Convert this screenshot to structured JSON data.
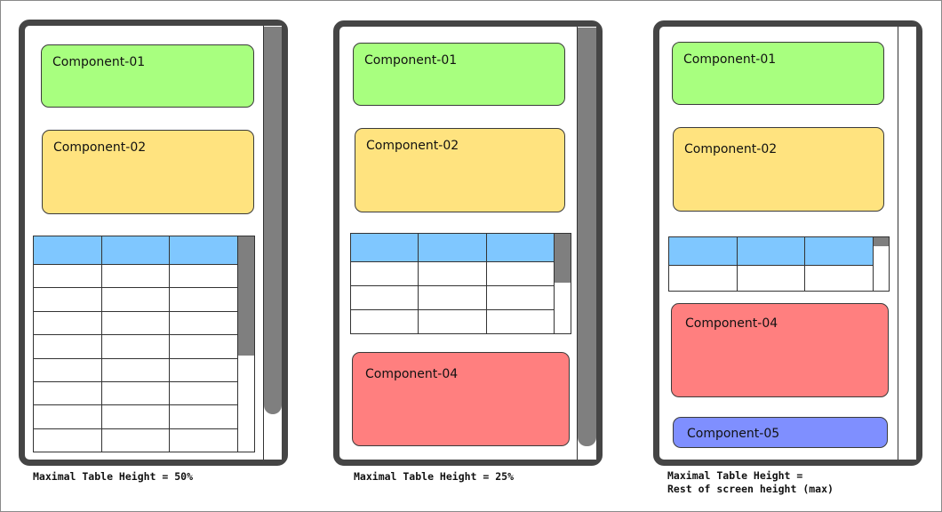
{
  "diagrams": [
    {
      "components": [
        "Component-01",
        "Component-02"
      ],
      "table": {
        "columns": 3,
        "body_rows": 8
      },
      "caption": "Maximal Table Height = 50%"
    },
    {
      "components": [
        "Component-01",
        "Component-02",
        "Component-04"
      ],
      "table": {
        "columns": 3,
        "body_rows": 3
      },
      "caption": "Maximal Table Height = 25%"
    },
    {
      "components": [
        "Component-01",
        "Component-02",
        "Component-04",
        "Component-05"
      ],
      "table": {
        "columns": 3,
        "body_rows": 1
      },
      "caption": "Maximal Table Height =\nRest of screen height (max)"
    }
  ],
  "colors": {
    "phone_border": "#454545",
    "component_01": "#a8ff7f",
    "component_02": "#ffe37f",
    "component_04": "#ff7f7f",
    "component_05": "#7f8fff",
    "table_header": "#7fc7ff",
    "scrollbar_thumb": "#7f7f7f"
  }
}
